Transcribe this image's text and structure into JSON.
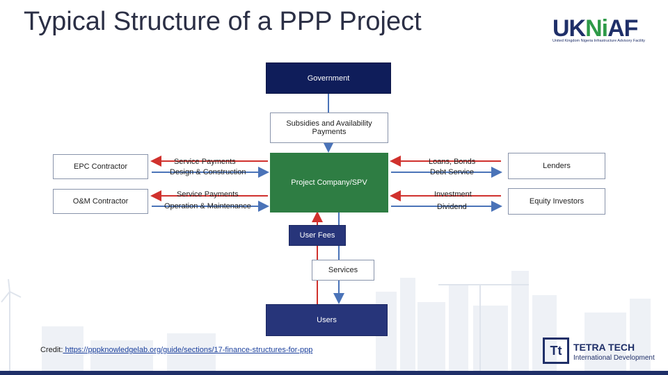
{
  "title": "Typical Structure of a PPP Project",
  "logo_uk": {
    "prefix": "UK",
    "mid": "Ni",
    "suffix": "AF",
    "tagline": "United Kingdom Nigeria Infrastructure Advisory Facility"
  },
  "nodes": {
    "government": "Government",
    "subsidies": "Subsidies and Availability Payments",
    "spv": "Project Company/SPV",
    "epc": "EPC Contractor",
    "om": "O&M Contractor",
    "lenders": "Lenders",
    "equity": "Equity Investors",
    "user_fees": "User Fees",
    "services": "Services",
    "users": "Users"
  },
  "flows": {
    "epc_top": "Service Payments",
    "epc_bottom": "Design & Construction",
    "om_top": "Service Payments",
    "om_bottom": "Operation & Maintenance",
    "lenders_top": "Loans, Bonds",
    "lenders_bottom": "Debt Service",
    "equity_top": "Investment",
    "equity_bottom": "Dividend"
  },
  "credit": {
    "label": "Credit:",
    "url": " https://pppknowledgelab.org/guide/sections/17-finance-structures-for-ppp"
  },
  "tetra": {
    "mark": "Tt",
    "name": "TETRA TECH",
    "sub": "International Development"
  },
  "colors": {
    "red": "#d0312d",
    "blue": "#4a73b8",
    "navy": "#0f1d5a",
    "green": "#2e7d43"
  }
}
